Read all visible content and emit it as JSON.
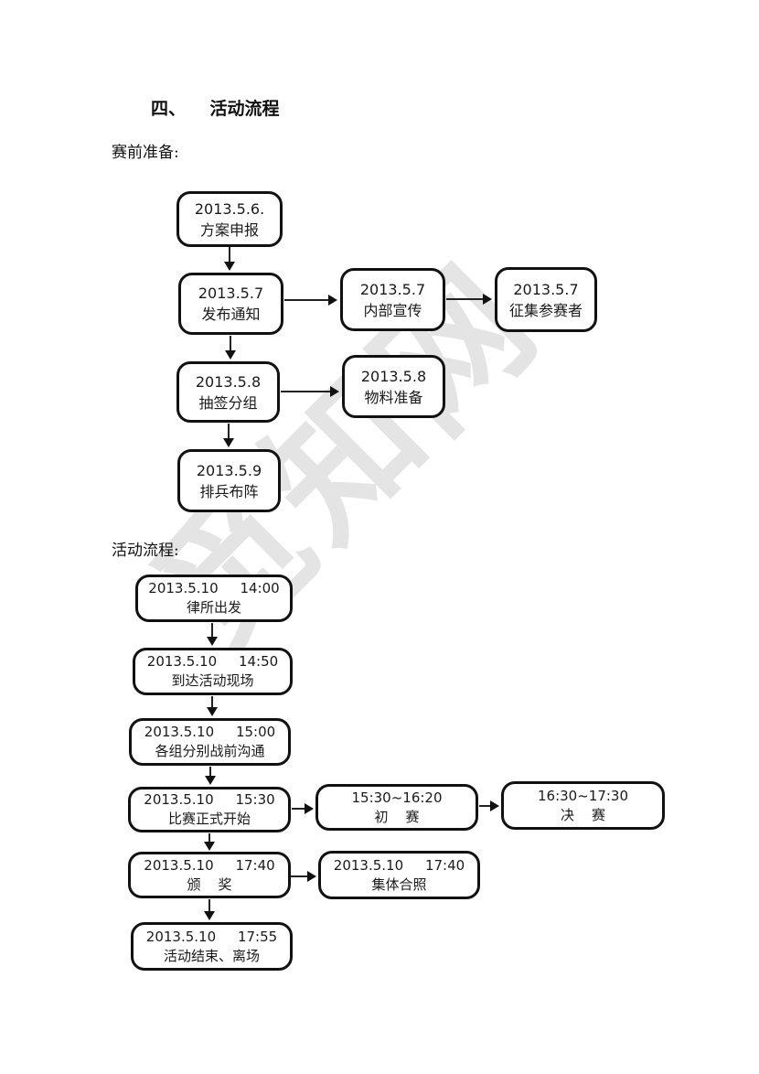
{
  "page": {
    "heading": "四、    活动流程",
    "watermark": "觅知网"
  },
  "sections": {
    "pre_event_label": "赛前准备:",
    "event_flow_label": "活动流程:"
  },
  "flow1": {
    "title": "赛前准备",
    "nodes": [
      {
        "id": "n1",
        "line1": "2013.5.6.",
        "line2": "方案申报"
      },
      {
        "id": "n2",
        "line1": "2013.5.7",
        "line2": "发布通知"
      },
      {
        "id": "n3",
        "line1": "2013.5.7",
        "line2": "内部宣传"
      },
      {
        "id": "n4",
        "line1": "2013.5.7",
        "line2": "征集参赛者"
      },
      {
        "id": "n5",
        "line1": "2013.5.8",
        "line2": "抽签分组"
      },
      {
        "id": "n6",
        "line1": "2013.5.8",
        "line2": "物料准备"
      },
      {
        "id": "n7",
        "line1": "2013.5.9",
        "line2": "排兵布阵"
      }
    ],
    "edges": [
      [
        "n1",
        "n2"
      ],
      [
        "n2",
        "n3"
      ],
      [
        "n3",
        "n4"
      ],
      [
        "n2",
        "n5"
      ],
      [
        "n5",
        "n6"
      ],
      [
        "n5",
        "n7"
      ]
    ]
  },
  "flow2": {
    "title": "活动流程",
    "nodes": [
      {
        "id": "m1",
        "line1": "2013.5.10     14:00",
        "line2": "律所出发"
      },
      {
        "id": "m2",
        "line1": "2013.5.10     14:50",
        "line2": "到达活动现场"
      },
      {
        "id": "m3",
        "line1": "2013.5.10     15:00",
        "line2": "各组分别战前沟通"
      },
      {
        "id": "m4",
        "line1": "2013.5.10     15:30",
        "line2": "比赛正式开始"
      },
      {
        "id": "m5",
        "line1": "15:30~16:20",
        "line2": "初    赛"
      },
      {
        "id": "m6",
        "line1": "16:30~17:30",
        "line2": "决    赛"
      },
      {
        "id": "m7",
        "line1": "2013.5.10     17:40",
        "line2": "颁    奖"
      },
      {
        "id": "m8",
        "line1": "2013.5.10     17:40",
        "line2": "集体合照"
      },
      {
        "id": "m9",
        "line1": "2013.5.10     17:55",
        "line2": "活动结束、离场"
      }
    ],
    "edges": [
      [
        "m1",
        "m2"
      ],
      [
        "m2",
        "m3"
      ],
      [
        "m3",
        "m4"
      ],
      [
        "m4",
        "m5"
      ],
      [
        "m5",
        "m6"
      ],
      [
        "m4",
        "m7"
      ],
      [
        "m7",
        "m8"
      ],
      [
        "m7",
        "m9"
      ]
    ]
  }
}
